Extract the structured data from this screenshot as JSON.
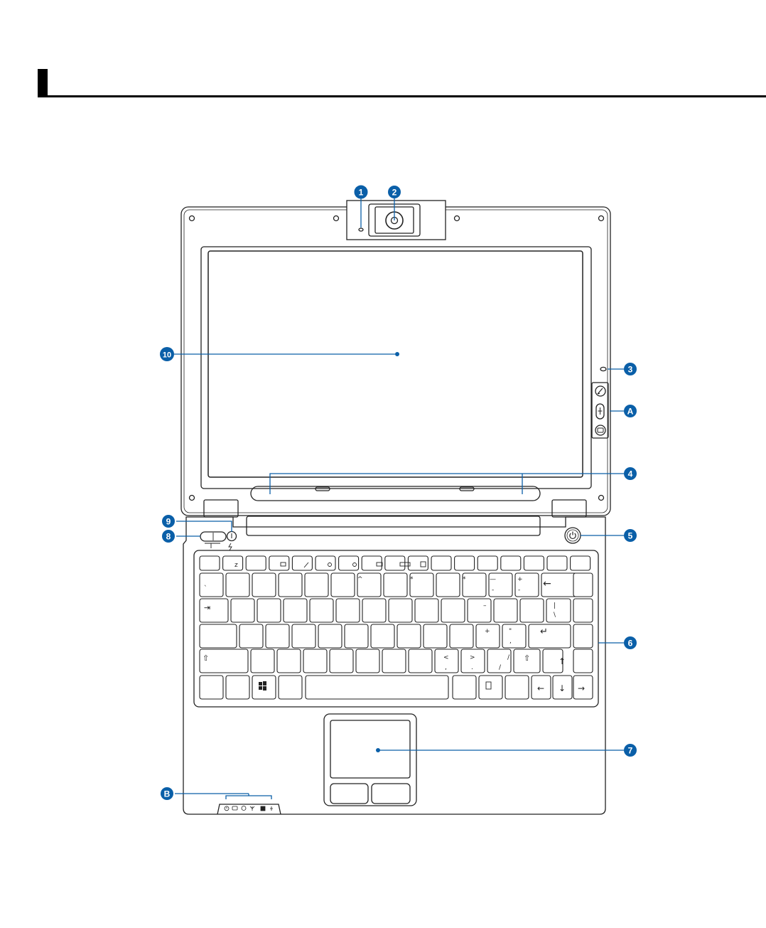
{
  "callouts": [
    {
      "id": "1",
      "label": "1"
    },
    {
      "id": "2",
      "label": "2"
    },
    {
      "id": "3",
      "label": "3"
    },
    {
      "id": "A",
      "label": "A"
    },
    {
      "id": "4",
      "label": "4"
    },
    {
      "id": "5",
      "label": "5"
    },
    {
      "id": "6",
      "label": "6"
    },
    {
      "id": "7",
      "label": "7"
    },
    {
      "id": "8",
      "label": "8"
    },
    {
      "id": "9",
      "label": "9"
    },
    {
      "id": "10",
      "label": "10"
    },
    {
      "id": "B",
      "label": "B"
    }
  ],
  "colors": {
    "callout": "#0a5fa8",
    "outline": "#222222"
  },
  "keyboard": {
    "row2": {
      "grave": "`",
      "six": "^",
      "eight": "*",
      "ten": "*",
      "minus_top": "—",
      "minus_bot": "-",
      "plus_top": "+",
      "plus_bot": "-",
      "backspace": "←"
    },
    "row3": {
      "tab": "⇥",
      "minus": "–",
      "bslash_top": "|",
      "bslash_bot": "\\"
    },
    "row4": {
      "plus": "+",
      "quote_top": "\"",
      "quote_bot": ",",
      "enter": "↵"
    },
    "row5": {
      "shift_left": "⇧",
      "lt_top": "<",
      "lt_bot": ",",
      "gt_top": ">",
      "gt_bot": ".",
      "slash_top": "/",
      "slash_bot": "/",
      "shift_right": "⇧",
      "up": "↑"
    },
    "row6": {
      "left": "←",
      "down": "↓",
      "right": "→"
    },
    "fn": {
      "z": "z",
      "zsup": "z"
    }
  }
}
